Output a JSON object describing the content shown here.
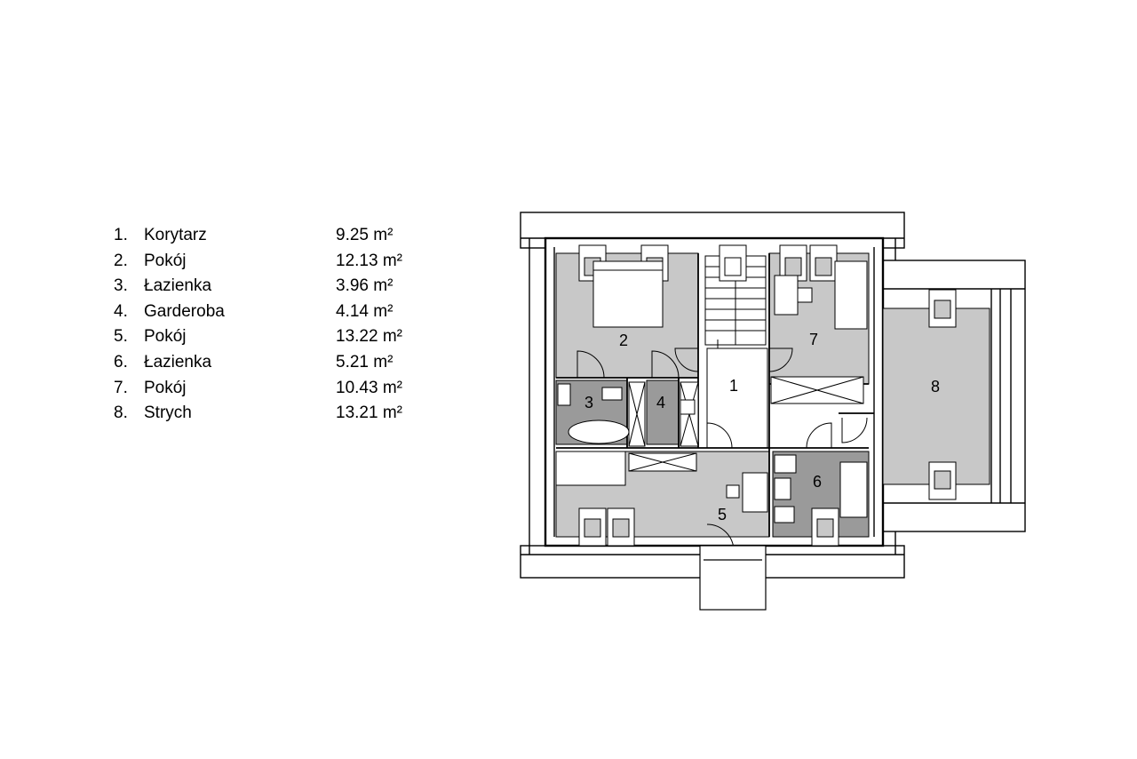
{
  "rooms": [
    {
      "number": "1.",
      "name": "Korytarz",
      "area": "9.25 m²"
    },
    {
      "number": "2.",
      "name": "Pokój",
      "area": "12.13 m²"
    },
    {
      "number": "3.",
      "name": "Łazienka",
      "area": "3.96 m²"
    },
    {
      "number": "4.",
      "name": "Garderoba",
      "area": "4.14 m²"
    },
    {
      "number": "5.",
      "name": "Pokój",
      "area": "13.22 m²"
    },
    {
      "number": "6.",
      "name": "Łazienka",
      "area": "5.21 m²"
    },
    {
      "number": "7.",
      "name": "Pokój",
      "area": "10.43 m²"
    },
    {
      "number": "8.",
      "name": "Strych",
      "area": "13.21 m²"
    }
  ],
  "plan_labels": [
    "1",
    "2",
    "3",
    "4",
    "5",
    "6",
    "7",
    "8"
  ],
  "colors": {
    "room_fill": "#c8c8c8",
    "bathroom_fill": "#9a9a9a",
    "wall": "#000000",
    "background": "#ffffff"
  }
}
